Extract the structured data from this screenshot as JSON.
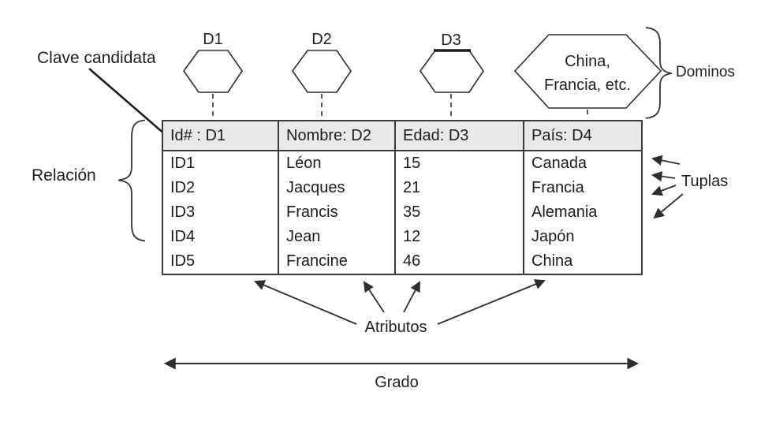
{
  "labels": {
    "candidate_key": "Clave candidata",
    "relation": "Relación",
    "domains": "Dominos",
    "tuples": "Tuplas",
    "attributes": "Atributos",
    "degree": "Grado"
  },
  "domains": {
    "d1": "D1",
    "d2": "D2",
    "d3": "D3",
    "d4_line1": "China,",
    "d4_line2": "Francia, etc."
  },
  "table": {
    "columns": [
      "Id# : D1",
      "Nombre: D2",
      "Edad: D3",
      "País: D4"
    ],
    "rows": [
      [
        "ID1",
        "Léon",
        "15",
        "Canada"
      ],
      [
        "ID2",
        "Jacques",
        "21",
        "Francia"
      ],
      [
        "ID3",
        "Francis",
        "35",
        "Alemania"
      ],
      [
        "ID4",
        "Jean",
        "12",
        "Japón"
      ],
      [
        "ID5",
        "Francine",
        "46",
        "China"
      ]
    ]
  },
  "colors": {
    "ink": "#2e2e2e",
    "table_border": "#3a3a3a",
    "header_fill": "#e9e9e9",
    "background": "#ffffff"
  }
}
